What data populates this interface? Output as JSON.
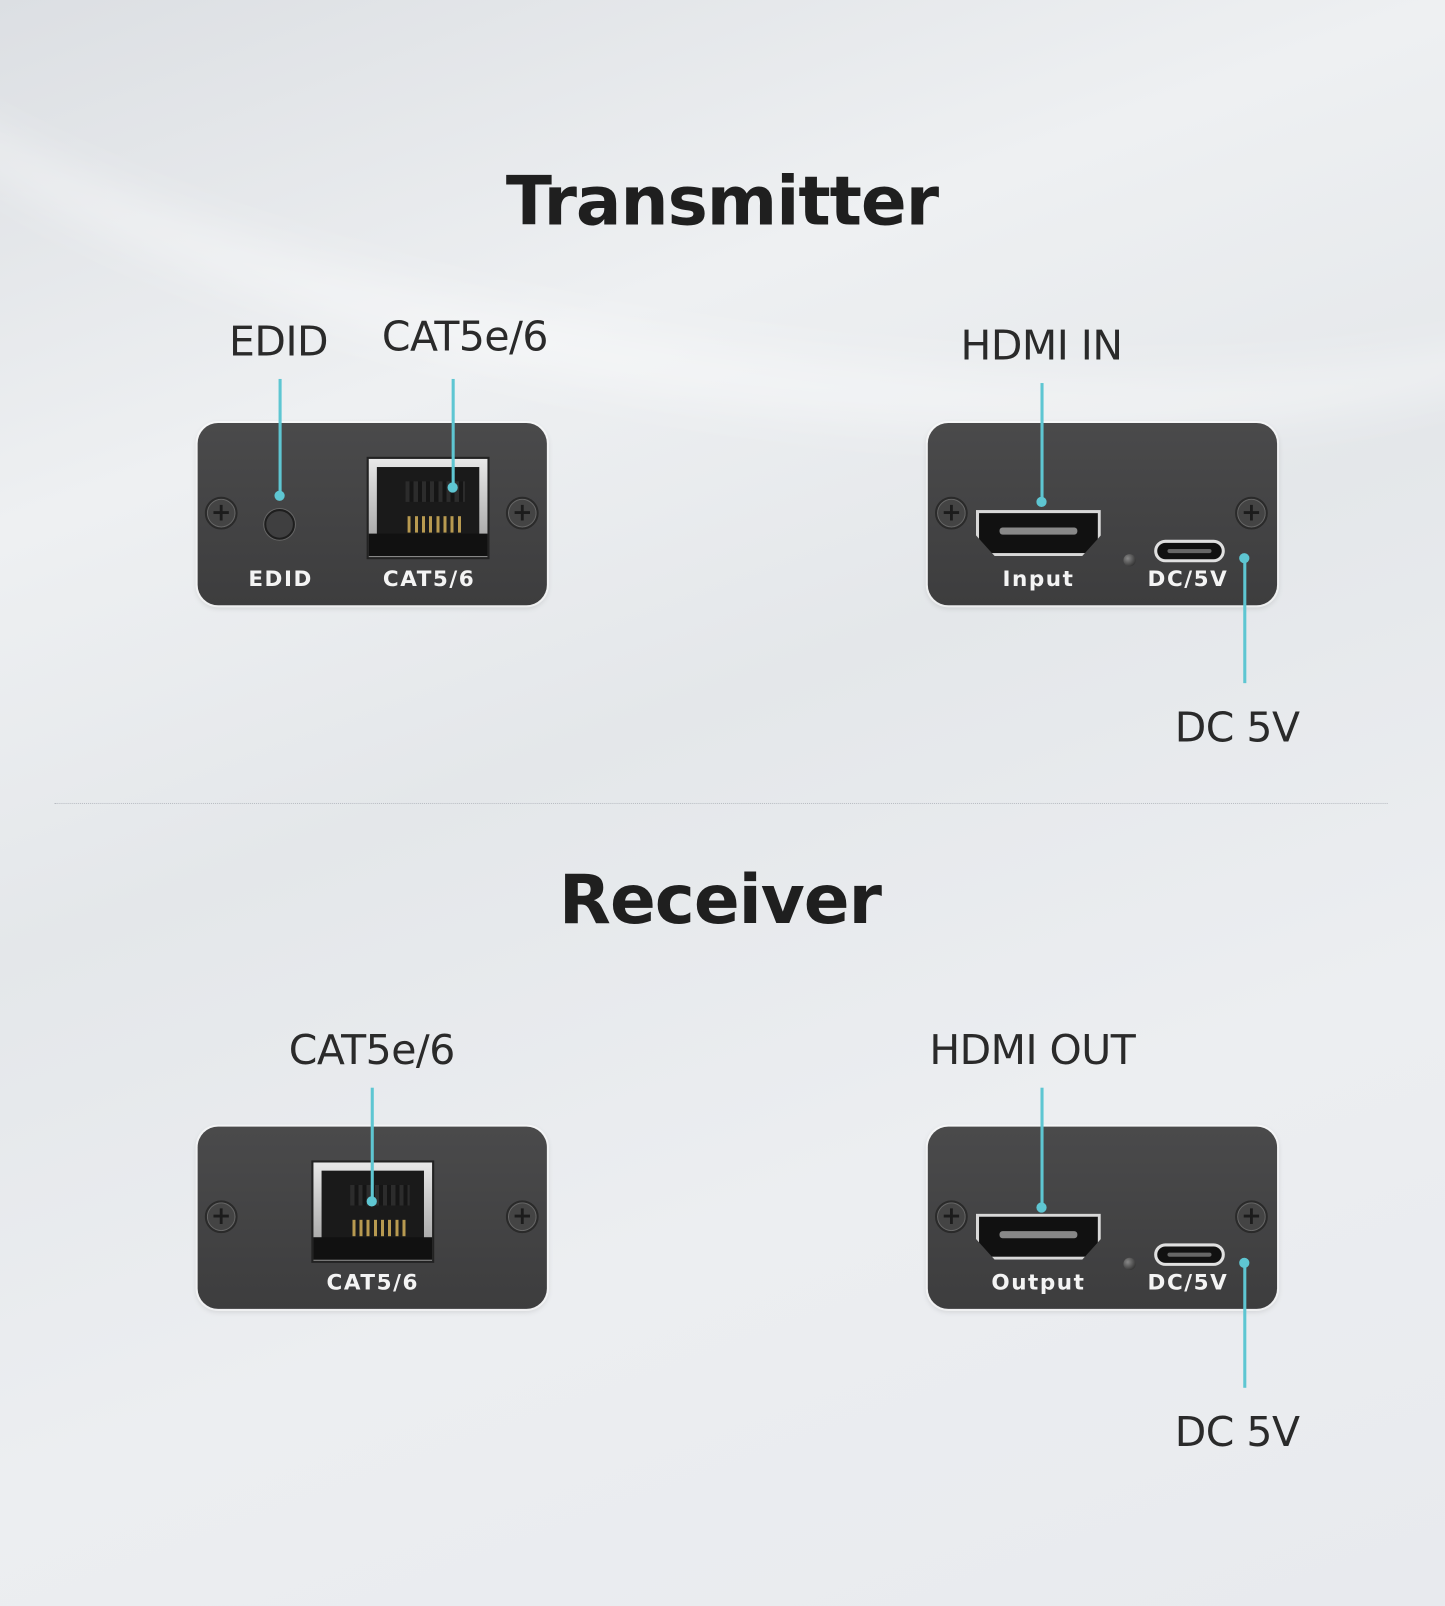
{
  "colors": {
    "accent": "#5ec6d2",
    "panel": "#434344"
  },
  "transmitter": {
    "title": "Transmitter",
    "callouts": {
      "edid": "EDID",
      "cat": "CAT5e/6",
      "hdmi": "HDMI IN",
      "dc": "DC 5V"
    },
    "panel_left": {
      "edid_label": "EDID",
      "cat_label": "CAT5/6"
    },
    "panel_right": {
      "hdmi_label": "Input",
      "dc_label": "DC/5V"
    }
  },
  "receiver": {
    "title": "Receiver",
    "callouts": {
      "cat": "CAT5e/6",
      "hdmi": "HDMI OUT",
      "dc": "DC 5V"
    },
    "panel_left": {
      "cat_label": "CAT5/6"
    },
    "panel_right": {
      "hdmi_label": "Output",
      "dc_label": "DC/5V"
    }
  }
}
